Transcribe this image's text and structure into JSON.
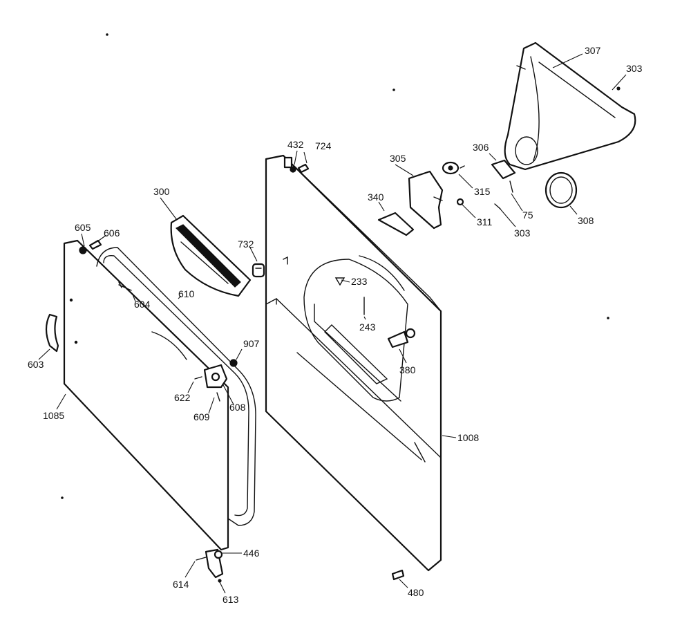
{
  "diagram": {
    "labels": [
      "605",
      "606",
      "300",
      "732",
      "432",
      "724",
      "305",
      "340",
      "315",
      "311",
      "303",
      "306",
      "75",
      "308",
      "307",
      "303",
      "233",
      "243",
      "380",
      "1008",
      "907",
      "604",
      "610",
      "603",
      "1085",
      "622",
      "608",
      "609",
      "446",
      "614",
      "613",
      "480"
    ]
  }
}
